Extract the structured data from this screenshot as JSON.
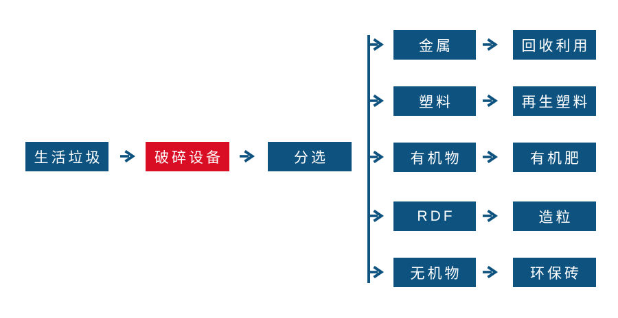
{
  "colors": {
    "box_blue": "#0E5280",
    "box_red": "#D90E24",
    "text_white": "#FFFFFF",
    "arrow_blue": "#0E5280",
    "background": "#FFFFFF"
  },
  "icons": {
    "arrow_right_icon": "→"
  },
  "flow": {
    "main": [
      {
        "label": "生活垃圾",
        "variant": "blue"
      },
      {
        "label": "破碎设备",
        "variant": "red"
      },
      {
        "label": "分选",
        "variant": "blue"
      }
    ],
    "branches": [
      {
        "source": "金属",
        "result": "回收利用"
      },
      {
        "source": "塑料",
        "result": "再生塑料"
      },
      {
        "source": "有机物",
        "result": "有机肥"
      },
      {
        "source": "RDF",
        "result": "造粒"
      },
      {
        "source": "无机物",
        "result": "环保砖"
      }
    ]
  }
}
